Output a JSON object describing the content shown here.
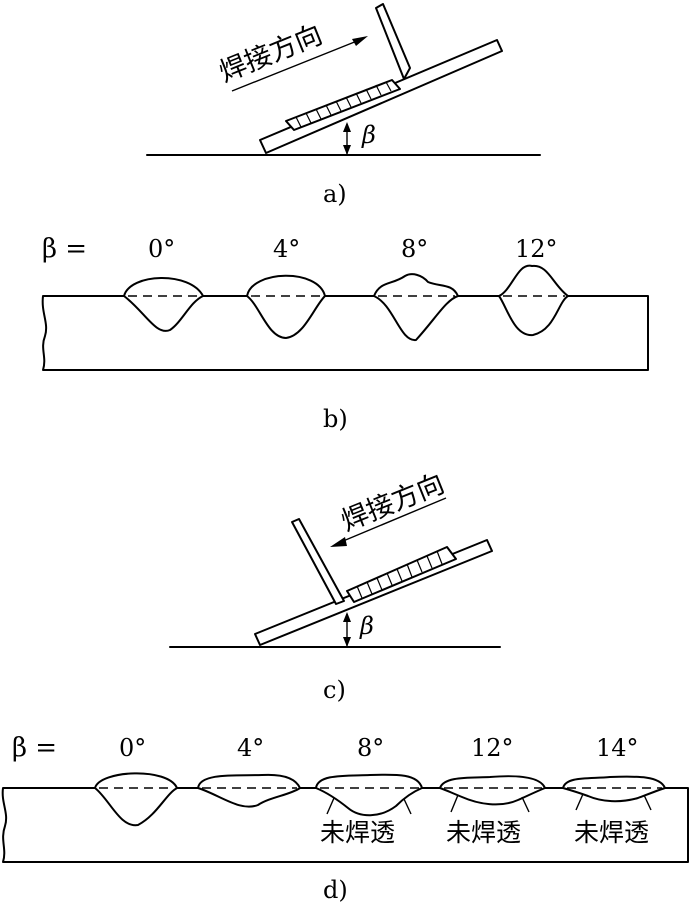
{
  "labels": {
    "direction_a": "焊接方向",
    "direction_c": "焊接方向",
    "beta": "β",
    "beta_eq": "β =",
    "panel_a": "a)",
    "panel_b": "b)",
    "panel_c": "c)",
    "panel_d": "d)",
    "no_penetration": "未焊透"
  },
  "panel_b": {
    "angles": [
      "0°",
      "4°",
      "8°",
      "12°"
    ]
  },
  "panel_d": {
    "angles": [
      "0°",
      "4°",
      "8°",
      "12°",
      "14°"
    ],
    "notes": [
      "未焊透",
      "未焊透",
      "未焊透"
    ]
  }
}
